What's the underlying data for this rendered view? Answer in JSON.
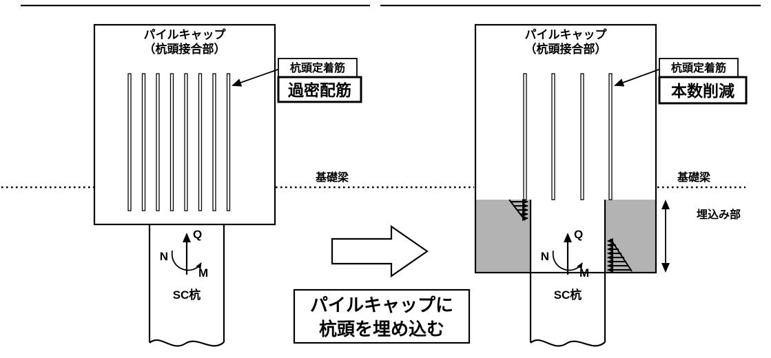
{
  "left_diagram": {
    "cap_title": "パイルキャップ",
    "cap_subtitle": "（杭頭接合部）",
    "rebar_callout": "杭頭定着筋",
    "issue_box": "過密配筋",
    "beam_label": "基礎梁",
    "pile_label": "SC杭",
    "forces": {
      "axial": "N",
      "shear": "Q",
      "moment": "M"
    }
  },
  "right_diagram": {
    "cap_title": "パイルキャップ",
    "cap_subtitle": "（杭頭接合部）",
    "rebar_callout": "杭頭定着筋",
    "benefit_box": "本数削減",
    "beam_label": "基礎梁",
    "embed_label": "埋込み部",
    "pile_label": "SC杭",
    "forces": {
      "axial": "N",
      "shear": "Q",
      "moment": "M"
    }
  },
  "transition": {
    "caption_line1": "パイルキャップに",
    "caption_line2": "杭頭を埋め込む"
  },
  "colors": {
    "line": "#000000",
    "embed_fill": "#b3b3b3",
    "background": "#ffffff"
  }
}
